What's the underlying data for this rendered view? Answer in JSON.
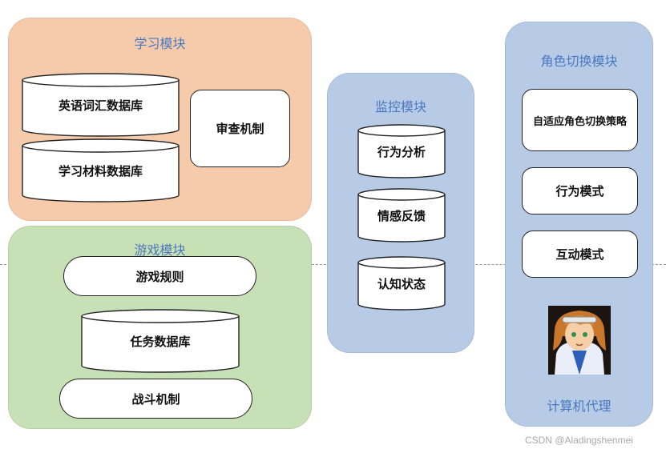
{
  "learning_module": {
    "title": "学习模块",
    "vocab_db": "英语词汇数据库",
    "material_db": "学习材料数据库",
    "review": "审查机制"
  },
  "game_module": {
    "title": "游戏模块",
    "rules": "游戏规则",
    "task_db": "任务数据库",
    "battle": "战斗机制"
  },
  "monitor_module": {
    "title": "监控模块",
    "behavior": "行为分析",
    "emotion": "情感反馈",
    "cognition": "认知状态"
  },
  "role_module": {
    "title": "角色切换模块",
    "adaptive": "自适应角色切换策略",
    "behavior_mode": "行为模式",
    "interaction_mode": "互动模式",
    "agent": "计算机代理"
  },
  "watermark": "CSDN @Aladingshenmei"
}
